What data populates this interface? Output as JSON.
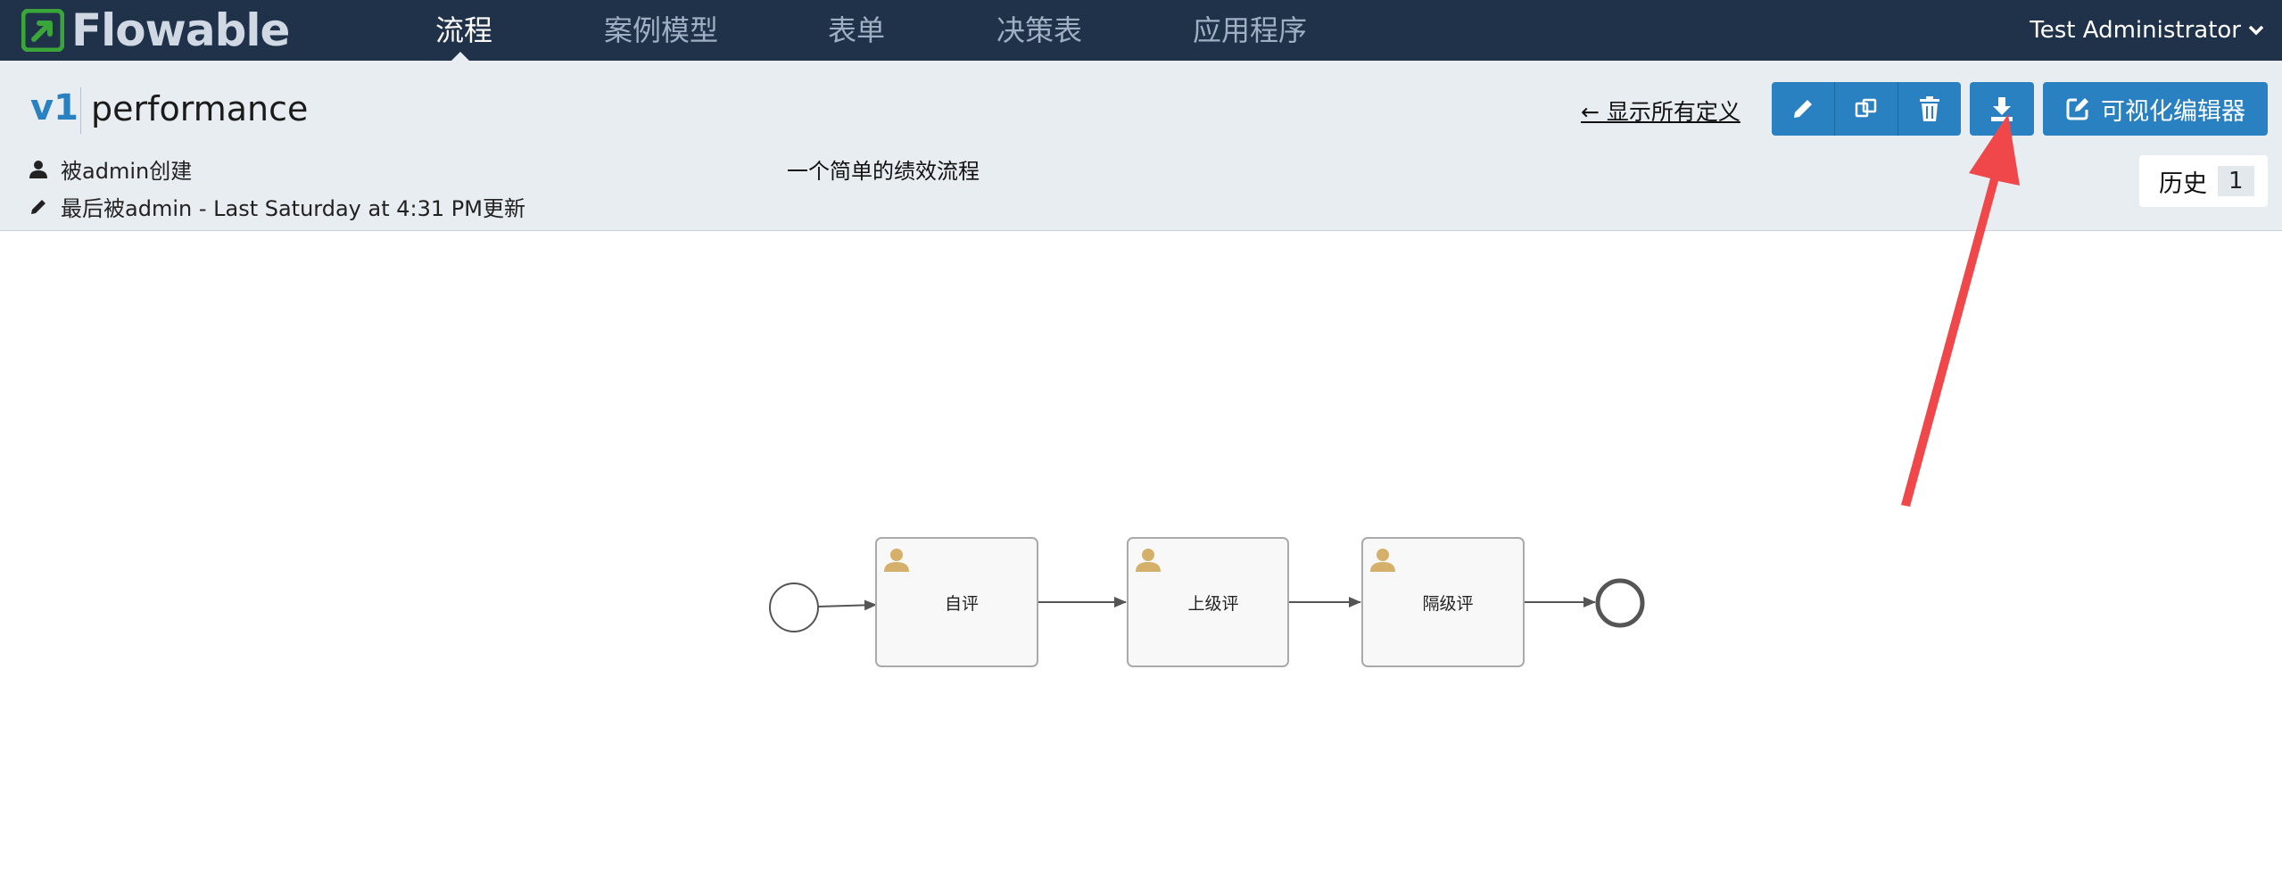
{
  "app": {
    "logo_text": "Flowable"
  },
  "nav": {
    "items": [
      {
        "label": "流程",
        "active": true
      },
      {
        "label": "案例模型",
        "active": false
      },
      {
        "label": "表单",
        "active": false
      },
      {
        "label": "决策表",
        "active": false
      },
      {
        "label": "应用程序",
        "active": false
      }
    ],
    "user": "Test Administrator"
  },
  "header": {
    "version": "v1",
    "title": "performance",
    "created_by": "被admin创建",
    "updated_by": "最后被admin - Last Saturday at 4:31 PM更新",
    "description": "一个简单的绩效流程",
    "back_link": "← 显示所有定义",
    "editor_button": "可视化编辑器",
    "history_label": "历史",
    "history_count": "1"
  },
  "diagram": {
    "tasks": [
      "自评",
      "上级评",
      "隔级评"
    ]
  },
  "colors": {
    "nav_bg": "#1f3249",
    "header_bg": "#e8edf2",
    "button": "#2a81c1",
    "logo_green": "#3aa63a",
    "annotation": "#f0484a",
    "user_task_icon": "#d4b06a"
  }
}
